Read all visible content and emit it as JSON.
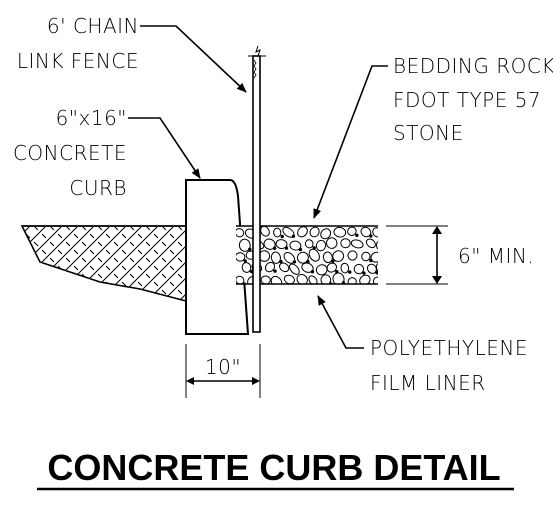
{
  "labels": {
    "fence_line1": "6' CHAIN",
    "fence_line2": "LINK FENCE",
    "curb_line1": "6\"x16\"",
    "curb_line2": "CONCRETE",
    "curb_line3": "CURB",
    "rock_line1": "BEDDING ROCK",
    "rock_line2": "FDOT TYPE 57",
    "rock_line3": "STONE",
    "depth": "6\" MIN.",
    "liner_line1": "POLYETHYLENE",
    "liner_line2": "FILM LINER",
    "width": "10\""
  },
  "title": "CONCRETE CURB DETAIL"
}
